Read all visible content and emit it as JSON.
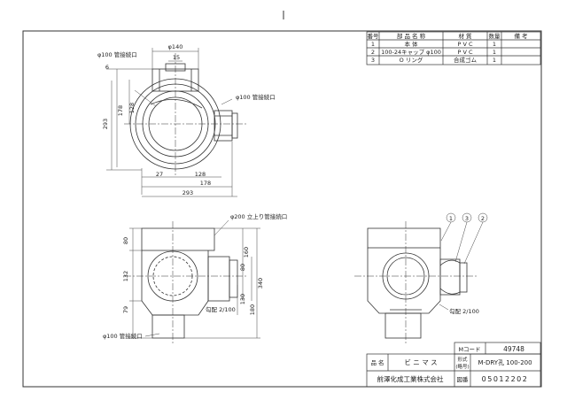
{
  "parts_table": {
    "headers": {
      "no": "番号",
      "name": "部 品 名 称",
      "material": "材 質",
      "qty": "数量",
      "note": "備 考"
    },
    "rows": [
      {
        "no": "1",
        "name": "本 体",
        "material": "P V C",
        "qty": "1"
      },
      {
        "no": "2",
        "name": "100-24キャップ φ100",
        "material": "P V C",
        "qty": "1"
      },
      {
        "no": "3",
        "name": "O リング",
        "material": "合成ゴム",
        "qty": "1"
      }
    ]
  },
  "top_view": {
    "inlet_top": "φ100 管接続口",
    "inlet_right": "φ100 管接続口",
    "dims": {
      "d140": "φ140",
      "d15": "15",
      "d6": "6",
      "d178v": "178",
      "d128v": "128",
      "d293v": "293",
      "d27": "27",
      "d128h": "128",
      "d178h": "178",
      "d293h": "293"
    }
  },
  "front_view": {
    "top_opening": "φ200 立上り管接続口",
    "bottom_outlet": "φ100 管接続口",
    "slope": "勾配 2/100",
    "dims": {
      "d80": "80",
      "d132": "132",
      "d79": "79",
      "d160": "160",
      "d340": "340",
      "d80b": "80",
      "d130": "130",
      "d180": "180"
    }
  },
  "section_view": {
    "slope": "勾配 2/100",
    "callouts": [
      "1",
      "3",
      "2"
    ]
  },
  "title_block": {
    "mcode_label": "Mコード",
    "mcode_value": "49748",
    "name_label": "品 名",
    "name_value": "ビ ニ マ ス",
    "model_label_1": "形式",
    "model_label_2": "(略号)",
    "model_value": "M-DRY孔 100-200",
    "company": "前澤化成工業株式会社",
    "drawing_no_label": "図番",
    "drawing_no_value": "05012202"
  }
}
